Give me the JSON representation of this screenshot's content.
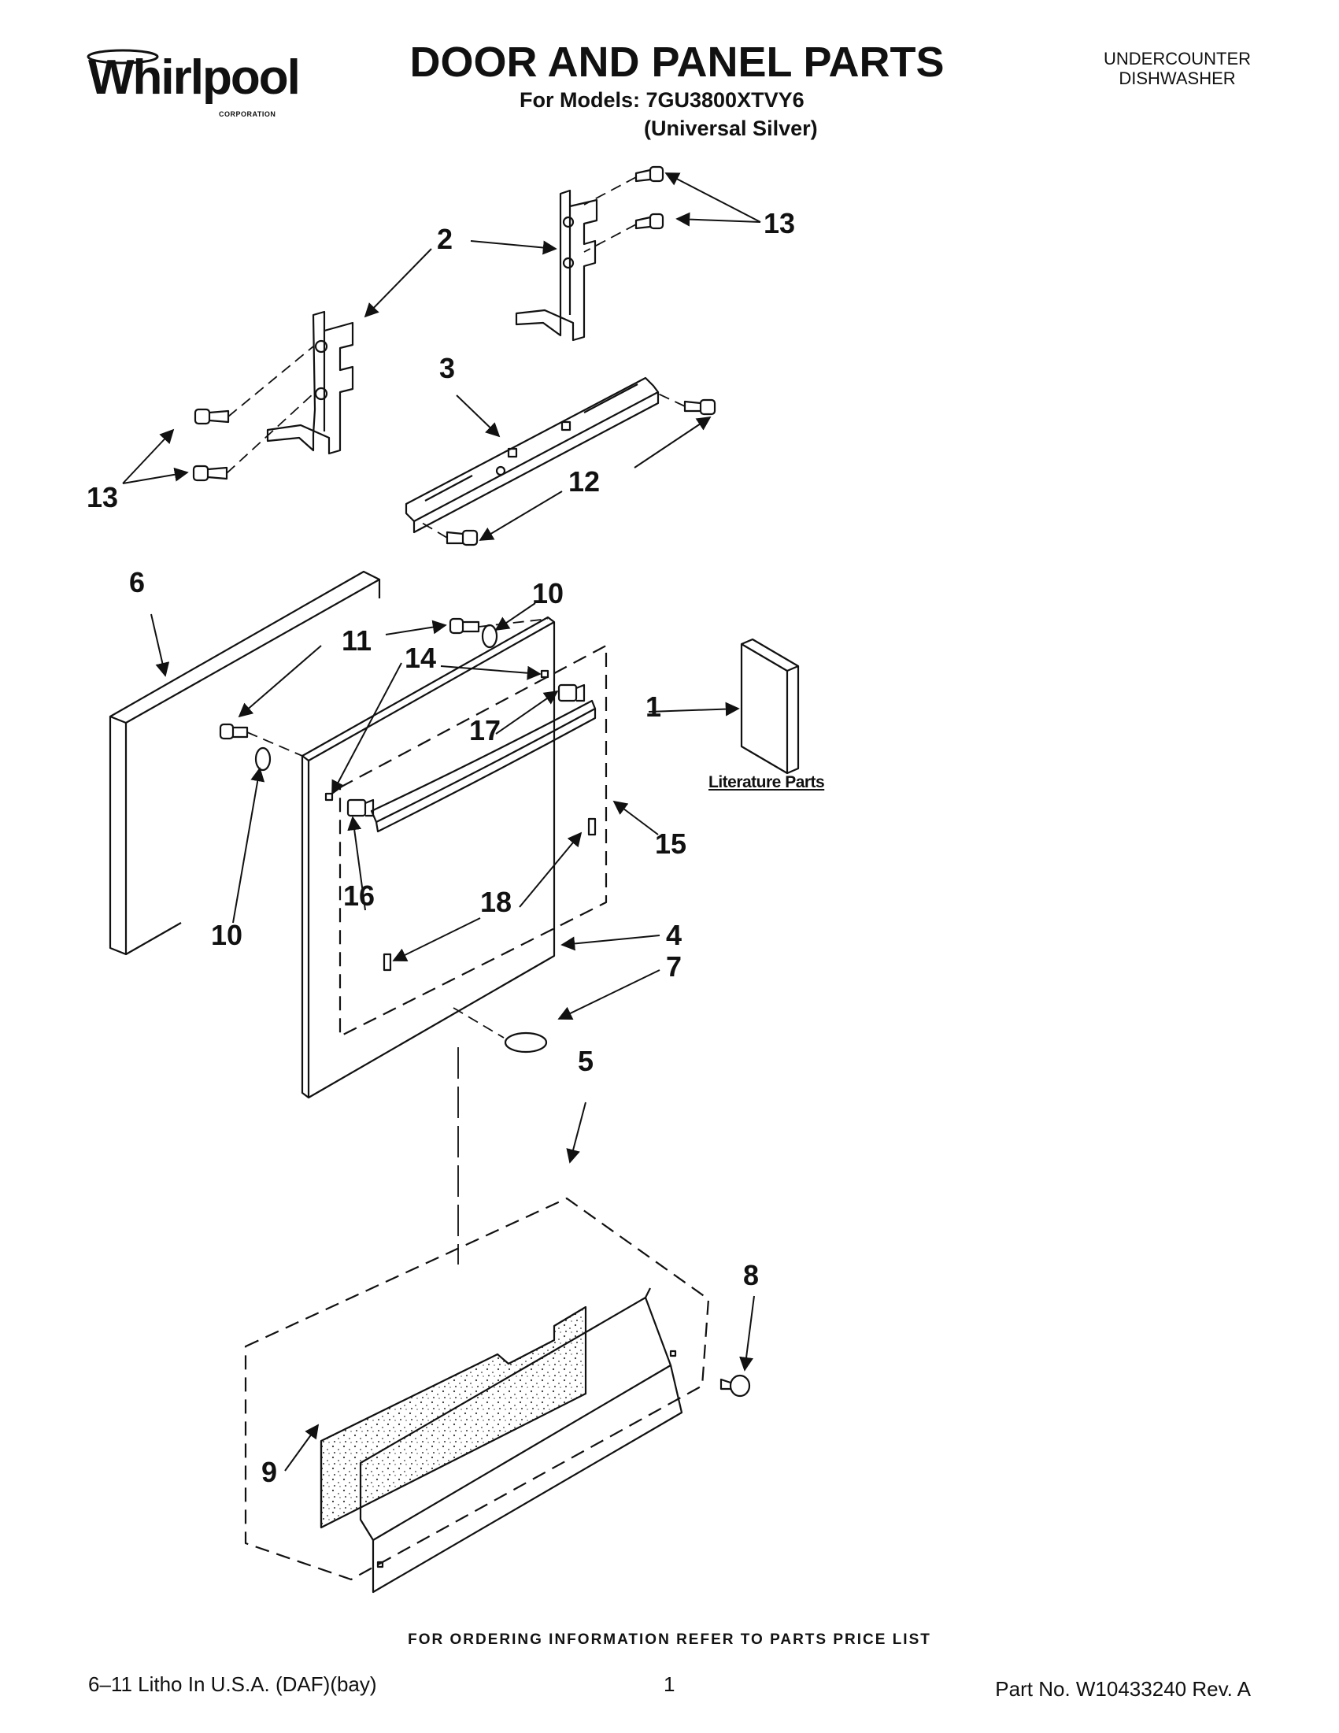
{
  "header": {
    "brand": "Whirlpool",
    "brand_sub": "CORPORATION",
    "title": "DOOR AND PANEL PARTS",
    "models_line": "For Models: 7GU3800XTVY6",
    "variant": "(Universal Silver)",
    "product_line1": "UNDERCOUNTER",
    "product_line2": "DISHWASHER"
  },
  "callouts": [
    "1",
    "2",
    "3",
    "4",
    "5",
    "6",
    "7",
    "8",
    "9",
    "10",
    "10",
    "11",
    "12",
    "13",
    "13",
    "14",
    "15",
    "16",
    "17",
    "18"
  ],
  "literature_caption": "Literature Parts",
  "footer": {
    "ordering": "FOR ORDERING INFORMATION REFER TO PARTS PRICE LIST",
    "litho": "6–11 Litho In U.S.A. (DAF)(bay)",
    "page": "1",
    "part_number": "Part No. W10433240 Rev. A"
  }
}
